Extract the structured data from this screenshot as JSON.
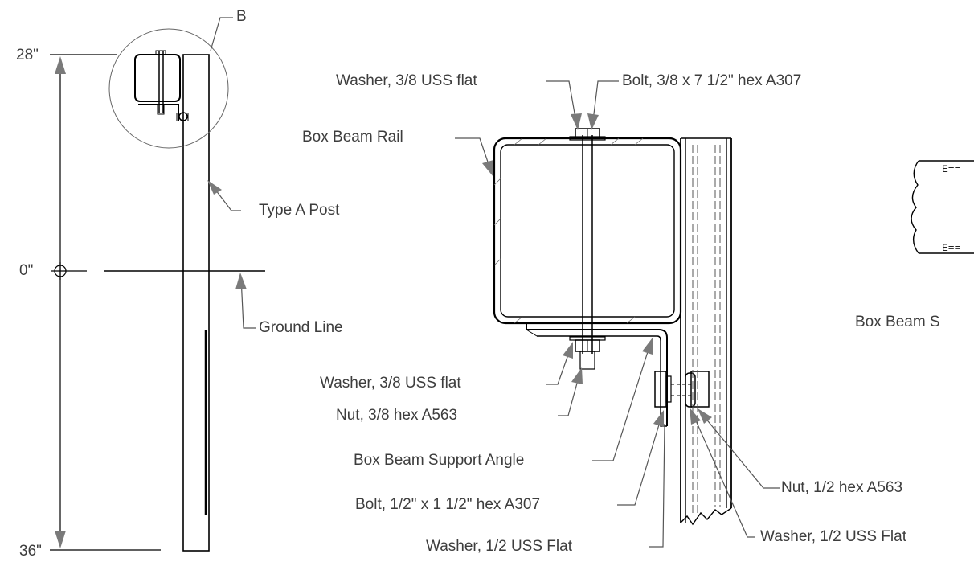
{
  "elevation": {
    "top_dim": "28\"",
    "zero_dim": "0\"",
    "bottom_dim": "36\"",
    "detail_ref": "B",
    "post_label": "Type A Post",
    "ground_label": "Ground Line"
  },
  "detail": {
    "washer_top": "Washer, 3/8 USS flat",
    "bolt_top": "Bolt, 3/8 x 7 1/2\" hex A307",
    "rail": "Box Beam Rail",
    "washer_bottom": "Washer, 3/8 USS flat",
    "nut_small": "Nut, 3/8 hex A563",
    "support_angle": "Box Beam Support Angle",
    "bolt_half": "Bolt, 1/2\" x 1 1/2\" hex A307",
    "washer_half_left": "Washer, 1/2 USS Flat",
    "nut_half": "Nut, 1/2 hex A563",
    "washer_half_right": "Washer, 1/2 USS Flat"
  },
  "section": {
    "label": "Box Beam S"
  }
}
